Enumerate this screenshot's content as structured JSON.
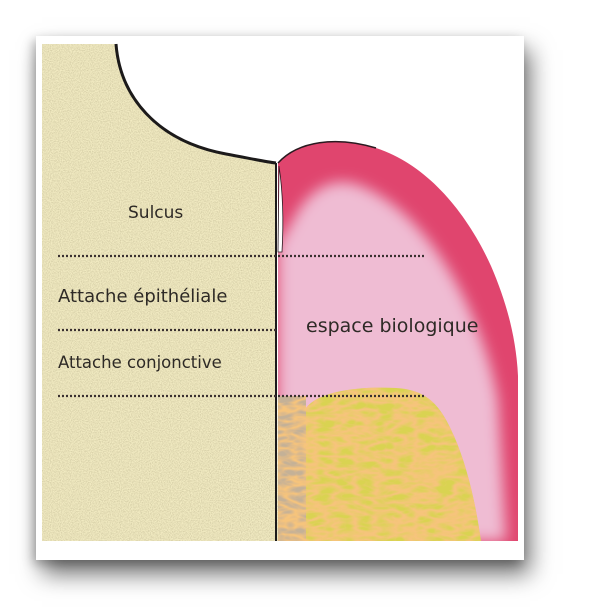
{
  "diagram": {
    "labels": {
      "sulcus": "Sulcus",
      "epithelial_attachment": "Attache épithéliale",
      "connective_attachment": "Attache conjonctive",
      "biological_space": "espace biologique"
    },
    "colors": {
      "tooth": "#f2ebc2",
      "gingiva_outer": "#e0456e",
      "gingiva_inner": "#efbcd3",
      "bone": "#d9d351",
      "bone_texture": "#e8a13b",
      "ligament": "#c4b197",
      "line": "#1c1a1a",
      "dotted_line": "#3a3030"
    }
  }
}
